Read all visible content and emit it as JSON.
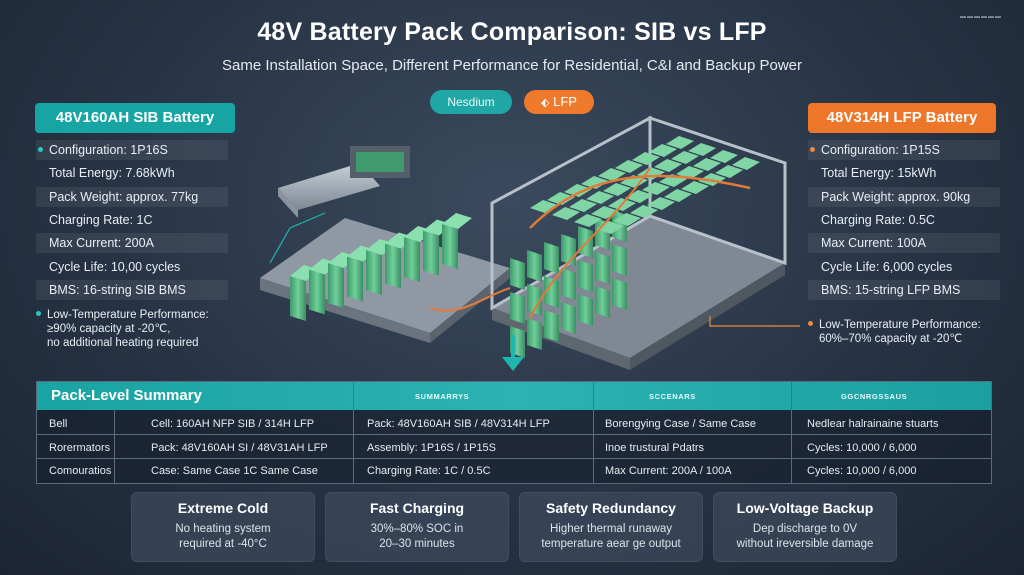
{
  "header": {
    "title": "48V Battery Pack Comparison: SIB vs LFP",
    "subtitle": "Same Installation Space, Different Performance for Residential, C&I and Backup Power"
  },
  "pills": {
    "sodium": "Nesdium",
    "lfp": "LFP"
  },
  "left": {
    "heading": "48V160AH SIB Battery",
    "specs": [
      "Configuration: 1P16S",
      "Total Energy: 7.68kWh",
      "Pack Weight: approx. 77kg",
      "Charging Rate: 1C",
      "Max Current: 200A",
      "Cycle Life: 10,00 cycles",
      "BMS: 16-string SIB BMS"
    ],
    "lowtemp": [
      "Low-Temperature Performance:",
      "≥90% capacity at -20℃,",
      "no additional heating required"
    ]
  },
  "right": {
    "heading": "48V314H LFP Battery",
    "specs": [
      "Configuration: 1P15S",
      "Total Energy: 15kWh",
      "Pack Weight: approx. 90kg",
      "Charging Rate: 0.5C",
      "Max Current: 100A",
      "Cycle Life: 6,000 cycles",
      "BMS: 15-string LFP BMS"
    ],
    "lowtemp": [
      "Low-Temperature Performance:",
      "60%–70% capacity at -20℃"
    ]
  },
  "summary": {
    "title": "Pack-Level Summary",
    "columns": [
      "SUMMARRYS",
      "SCCENARS",
      "GGCNRGSSAUS"
    ],
    "rows": [
      [
        "Bell",
        "Cell: 160AH NFP SIB / 314H LFP",
        "Pack: 48V160AH SIB / 48V314H LFP",
        "Borengying Case / Same Case",
        "Nedlear halrainaine stuarts"
      ],
      [
        "Rorermators",
        "Pack: 48V160AH SI / 48V31AH LFP",
        "Assembly: 1P16S / 1P15S",
        "Inoe trustural Pdatrs",
        "Cycles: 10,000 / 6,000"
      ],
      [
        "Comouratios",
        "Case: Same Case 1C  Same Case",
        "Charging Rate: 1C / 0.5C",
        "Max Current: 200A / 100A",
        "Cycles: 10,000 / 6,000"
      ]
    ]
  },
  "cards": [
    {
      "title": "Extreme Cold",
      "lines": [
        "No heating system",
        "required at -40°C"
      ]
    },
    {
      "title": "Fast Charging",
      "lines": [
        "30%–80% SOC in",
        "20–30 minutes"
      ]
    },
    {
      "title": "Safety Redundancy",
      "lines": [
        "Higher thermal runaway",
        "temperature aear ge output"
      ]
    },
    {
      "title": "Low-Voltage Backup",
      "lines": [
        "Dep discharge to 0V",
        "without ireversible damage"
      ]
    }
  ],
  "colors": {
    "teal": "#17a5a4",
    "orange": "#ee7628",
    "cell_green": "#5dbf8c"
  }
}
